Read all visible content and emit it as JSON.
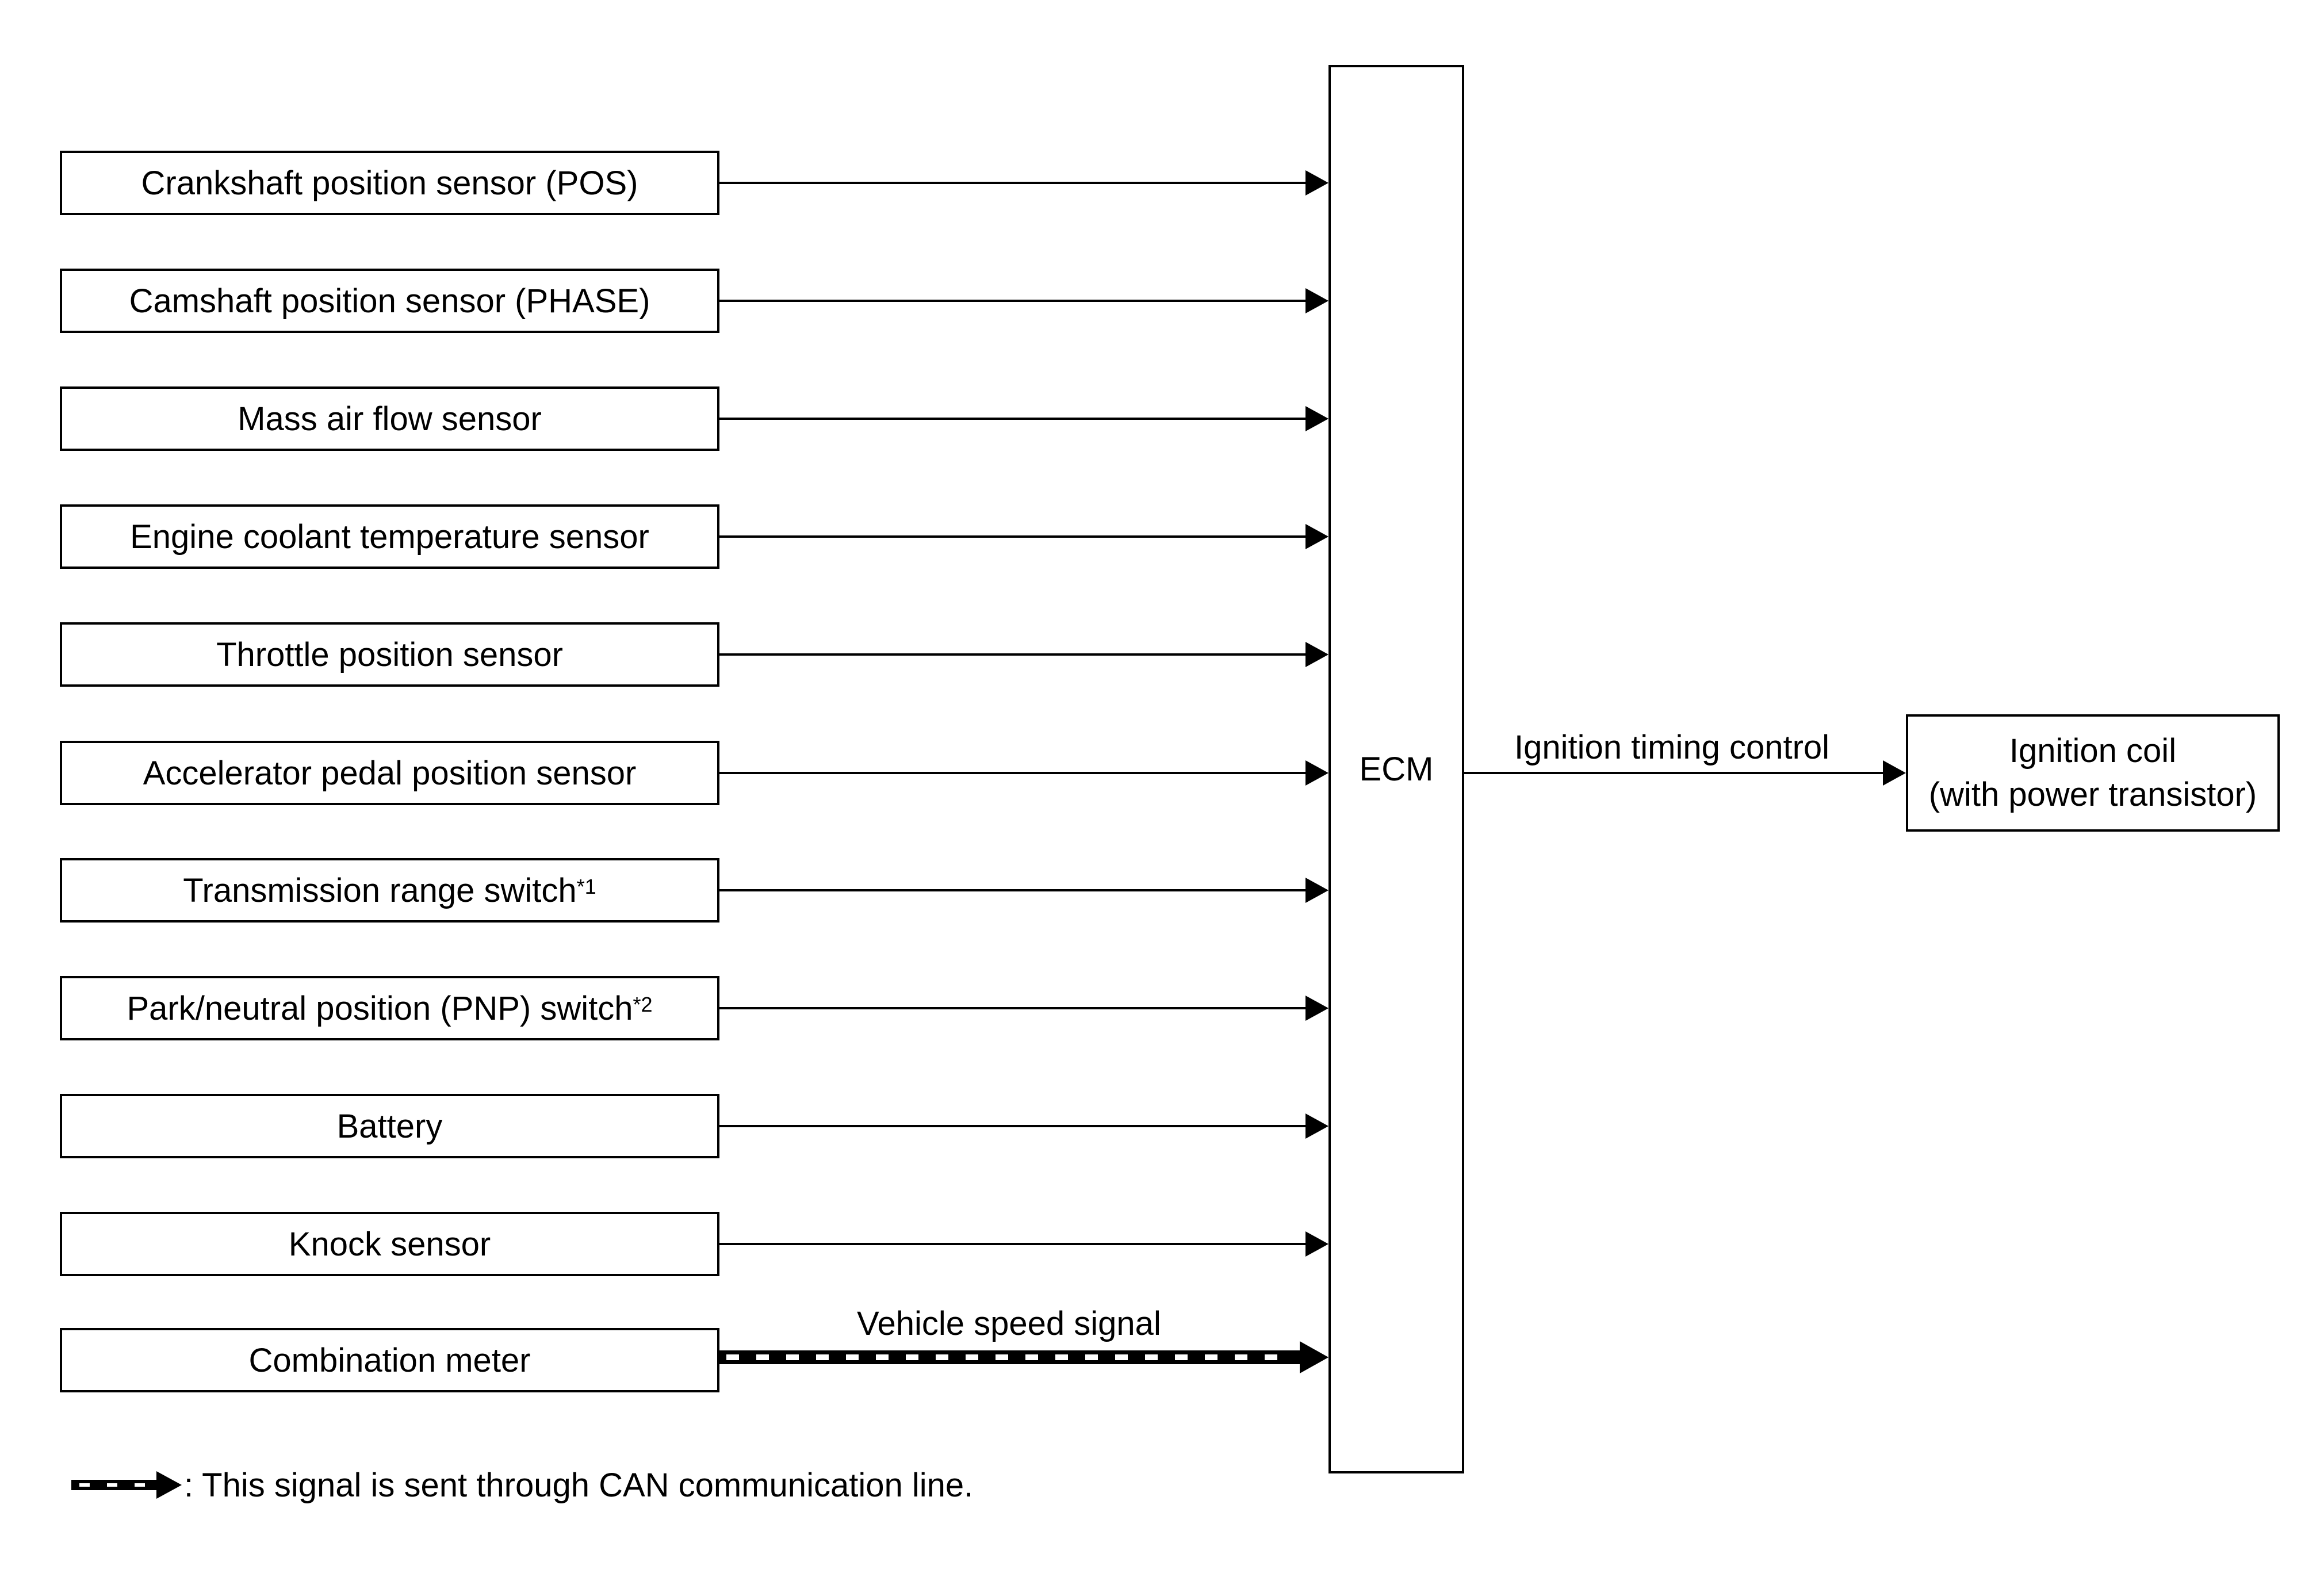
{
  "inputs": [
    {
      "label": "Crankshaft position sensor (POS)",
      "note": ""
    },
    {
      "label": "Camshaft position sensor (PHASE)",
      "note": ""
    },
    {
      "label": "Mass air flow sensor",
      "note": ""
    },
    {
      "label": "Engine coolant temperature sensor",
      "note": ""
    },
    {
      "label": "Throttle position sensor",
      "note": ""
    },
    {
      "label": "Accelerator pedal position sensor",
      "note": ""
    },
    {
      "label": "Transmission range switch",
      "note": "*1"
    },
    {
      "label": "Park/neutral position (PNP) switch",
      "note": "*2"
    },
    {
      "label": "Battery",
      "note": ""
    },
    {
      "label": "Knock sensor",
      "note": ""
    },
    {
      "label": "Combination meter",
      "note": ""
    }
  ],
  "ecm": {
    "label": "ECM"
  },
  "vehicle_speed_signal": "Vehicle speed signal",
  "output": {
    "signal": "Ignition timing control",
    "line1": "Ignition coil",
    "line2": "(with power transistor)"
  },
  "legend": {
    "text": ": This signal is sent through CAN communication line."
  }
}
